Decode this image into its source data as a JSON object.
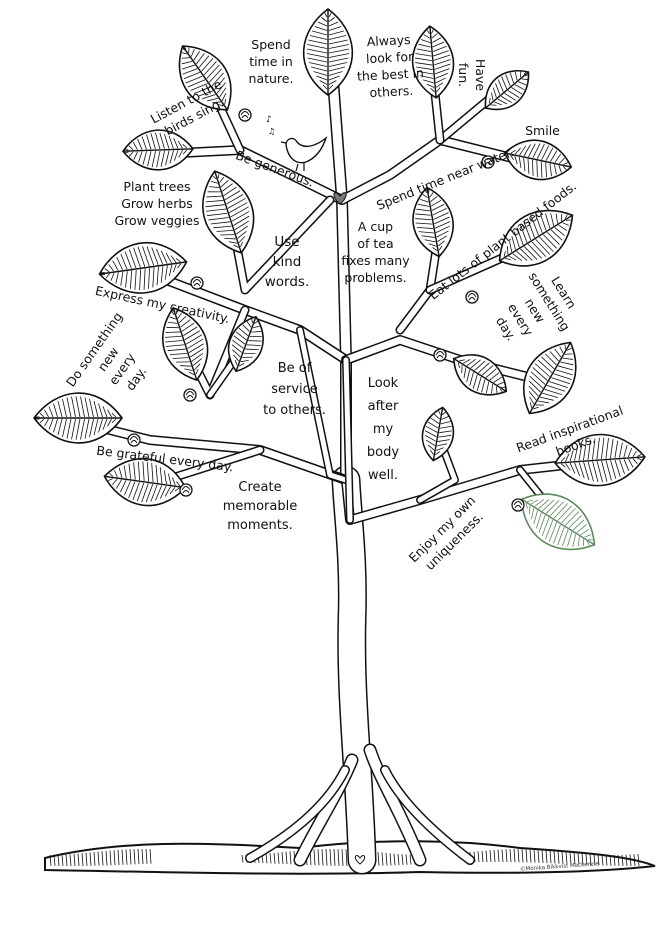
{
  "affirmations": [
    {
      "id": "spend-time-in-nature",
      "text": "Spend\ntime in\nnature."
    },
    {
      "id": "always-look-for-best",
      "text": "Always\nlook for\nthe best in\nothers."
    },
    {
      "id": "have-fun",
      "text": "Have fun."
    },
    {
      "id": "listen-to-birds",
      "text": "Listen to the\nbirds sing."
    },
    {
      "id": "smile",
      "text": "Smile"
    },
    {
      "id": "be-generous",
      "text": "Be generous."
    },
    {
      "id": "spend-time-near-water",
      "text": "Spend time near water."
    },
    {
      "id": "plant-trees",
      "text": "Plant trees\nGrow herbs\nGrow veggies"
    },
    {
      "id": "use-kind-words",
      "text": "Use\nkind\nwords."
    },
    {
      "id": "cup-of-tea",
      "text": "A cup\nof tea\nfixes many\nproblems."
    },
    {
      "id": "eat-plant-based",
      "text": "Eat lots of plant based foods."
    },
    {
      "id": "learn-something-new",
      "text": "Learn\nsomething\nnew\nevery\nday."
    },
    {
      "id": "express-creativity",
      "text": "Express my creativity."
    },
    {
      "id": "do-something-new",
      "text": "Do something\nnew\nevery\nday."
    },
    {
      "id": "be-of-service",
      "text": "Be of\nservice\nto others."
    },
    {
      "id": "look-after-body",
      "text": "Look\nafter\nmy\nbody\nwell."
    },
    {
      "id": "read-books",
      "text": "Read inspirational books."
    },
    {
      "id": "be-grateful",
      "text": "Be grateful every day."
    },
    {
      "id": "create-moments",
      "text": "Create memorable\nmoments."
    },
    {
      "id": "enjoy-uniqueness",
      "text": "Enjoy my own uniqueness."
    }
  ],
  "signature": "©Monika Bikkvist Mackenzie",
  "colors": {
    "line": "#111111",
    "accent_leaf": "#5a8a5a"
  }
}
